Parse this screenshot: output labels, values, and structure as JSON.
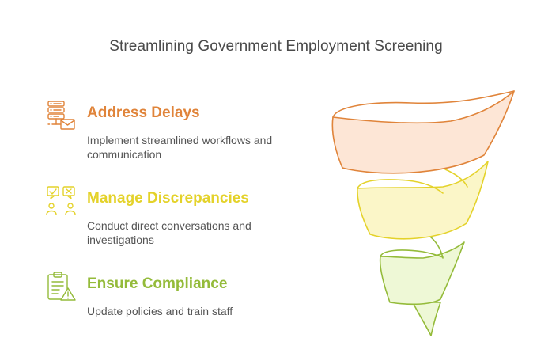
{
  "title": "Streamlining Government Employment Screening",
  "colors": {
    "orange": "#e0843a",
    "yellow": "#e4d22a",
    "green": "#94bb3a",
    "orange_fill": "#fde6d6",
    "yellow_fill": "#fbf6c8",
    "green_fill": "#eef8d6"
  },
  "items": [
    {
      "heading": "Address Delays",
      "description": "Implement streamlined workflows and communication",
      "icon": "server-mail-icon"
    },
    {
      "heading": "Manage Discrepancies",
      "description": "Conduct direct conversations and investigations",
      "icon": "people-discussion-icon"
    },
    {
      "heading": "Ensure Compliance",
      "description": "Update policies and train staff",
      "icon": "clipboard-warning-icon"
    }
  ]
}
